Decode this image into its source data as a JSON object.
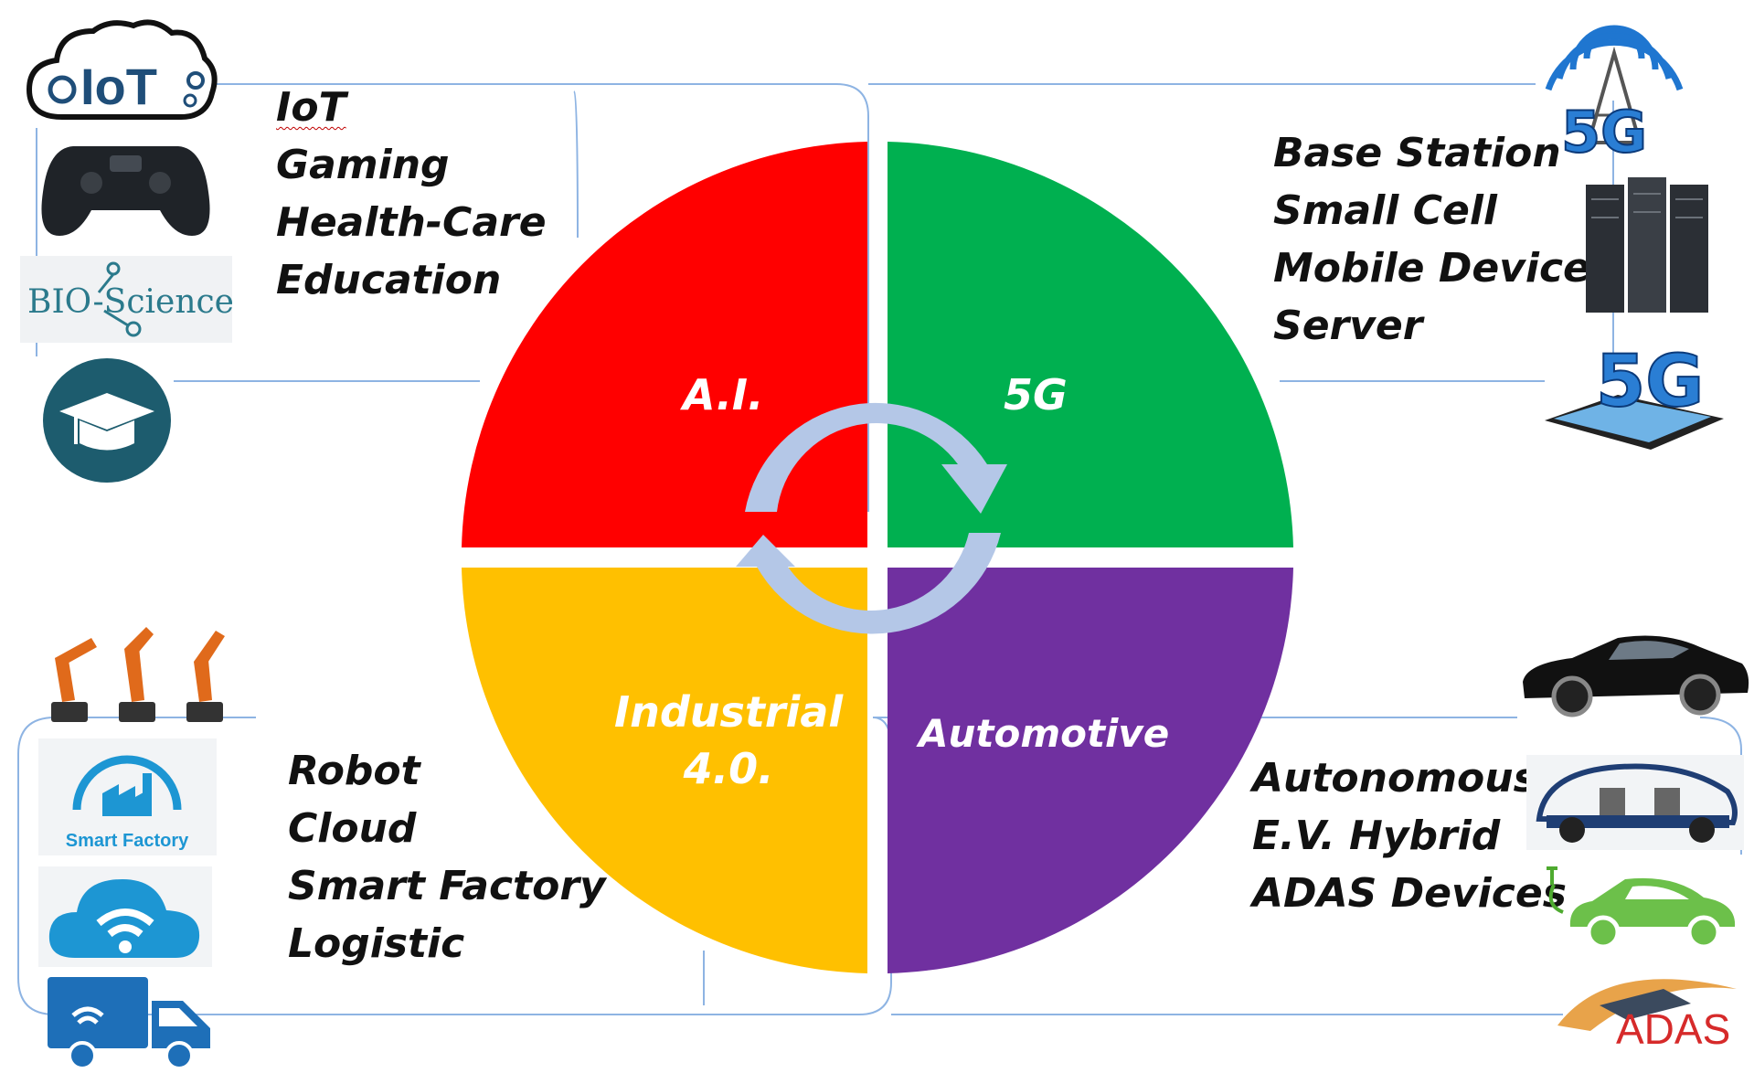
{
  "quadrants": {
    "ai": {
      "label": "A.I.",
      "color": "#ff0000"
    },
    "fiveg": {
      "label": "5G",
      "color": "#00b050"
    },
    "industrial": {
      "label_line1": "Industrial",
      "label_line2": "4.0.",
      "color": "#ffc000"
    },
    "automotive": {
      "label": "Automotive",
      "color": "#7030a0"
    }
  },
  "cycle_arrow_color": "#b4c7e7",
  "connector_color": "#8eb4e3",
  "top_left_list": [
    "IoT",
    "Gaming",
    "Health-Care",
    "Education"
  ],
  "top_right_list": [
    "Base Station",
    "Small Cell",
    "Mobile Device",
    "Server"
  ],
  "bottom_left_list": [
    "Robot",
    "Cloud",
    "Smart Factory",
    "Logistic"
  ],
  "bottom_right_list": [
    "Autonomous",
    "E.V. Hybrid",
    "ADAS Devices"
  ],
  "icons": {
    "iot_logo": "IoT",
    "bio_science": "BIO-Science",
    "smart_factory": "Smart Factory",
    "fiveg_tower": "5G",
    "fiveg_phone": "5G",
    "adas": "ADAS"
  }
}
